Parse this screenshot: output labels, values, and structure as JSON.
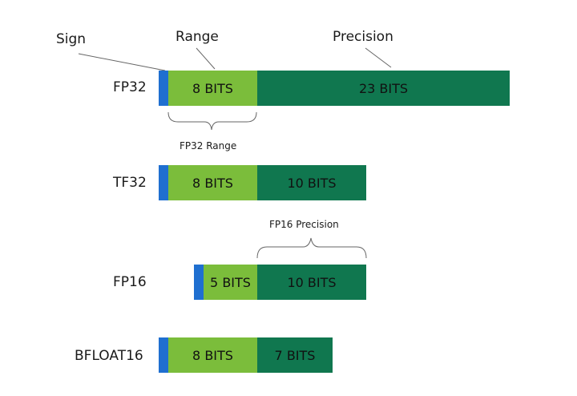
{
  "colors": {
    "sign": "#1f6fd0",
    "range": "#7bbd3b",
    "precision": "#10774f",
    "line": "#666666",
    "text": "#1a1a1a"
  },
  "headers": {
    "sign": "Sign",
    "range": "Range",
    "precision": "Precision"
  },
  "annotations": {
    "fp32_range": "FP32 Range",
    "fp16_precision": "FP16 Precision"
  },
  "formats": [
    {
      "name": "FP32",
      "range_label": "8 BITS",
      "precision_label": "23 BITS"
    },
    {
      "name": "TF32",
      "range_label": "8 BITS",
      "precision_label": "10 BITS"
    },
    {
      "name": "FP16",
      "range_label": "5 BITS",
      "precision_label": "10 BITS"
    },
    {
      "name": "BFLOAT16",
      "range_label": "8 BITS",
      "precision_label": "7 BITS"
    }
  ]
}
